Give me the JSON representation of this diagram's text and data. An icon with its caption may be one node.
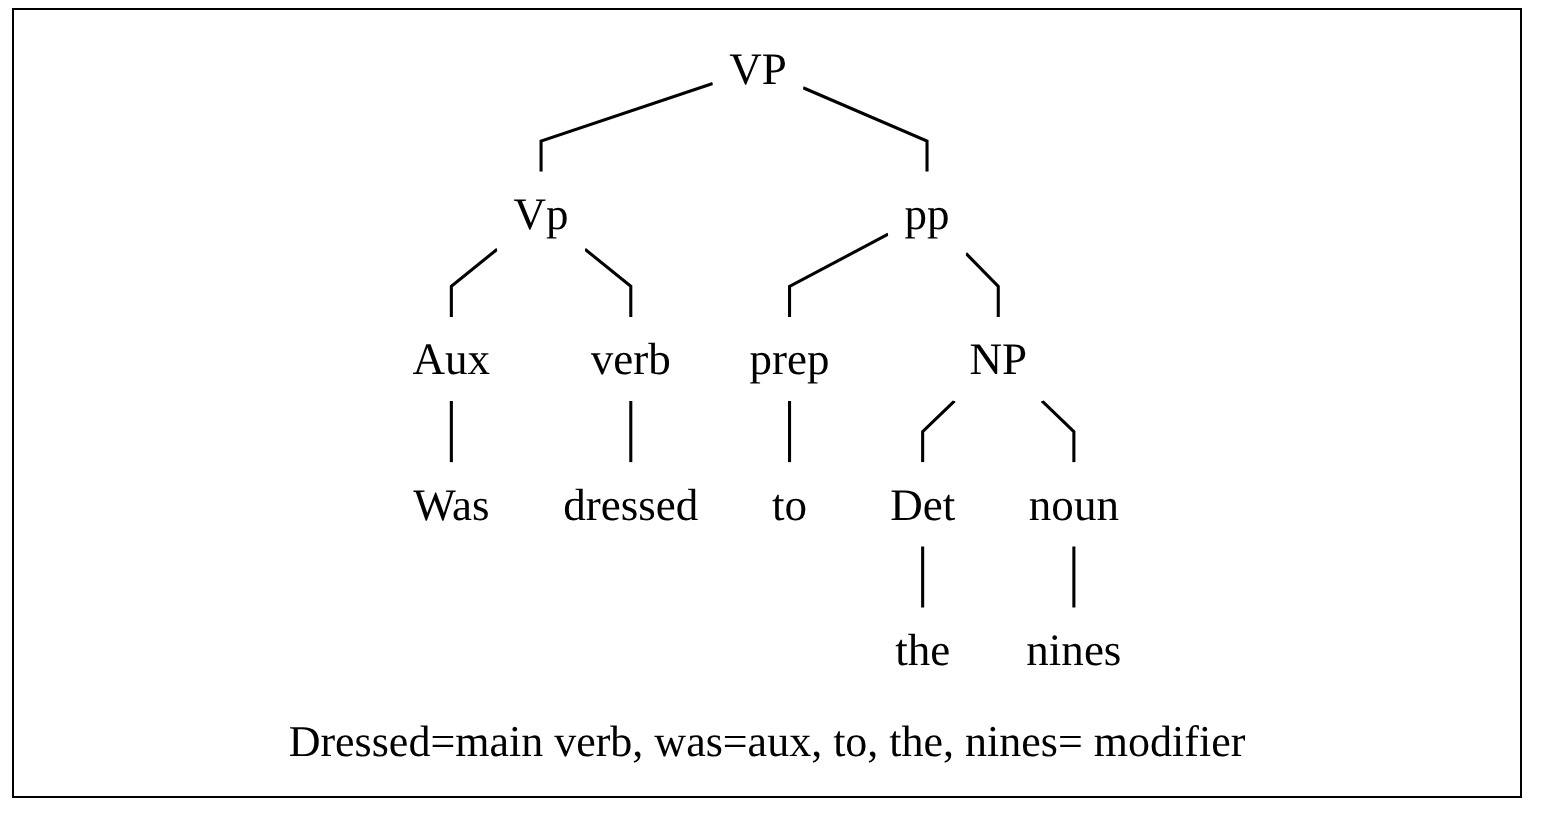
{
  "diagram": {
    "caption": "Dressed=main verb, was=aux, to, the, nines= modifier",
    "nodes": [
      {
        "text": [
          "VP"
        ]
      },
      {
        "text": [
          "Vp"
        ]
      },
      {
        "text": [
          "pp"
        ]
      },
      {
        "text": [
          "Aux"
        ]
      },
      {
        "text": [
          "verb"
        ]
      },
      {
        "text": [
          "prep"
        ]
      },
      {
        "text": [
          "NP"
        ]
      },
      {
        "text": [
          "Det"
        ]
      },
      {
        "text": [
          "noun"
        ]
      },
      {
        "text": [
          "Was"
        ]
      },
      {
        "text": [
          "dressed"
        ]
      },
      {
        "text": [
          "to"
        ]
      },
      {
        "text": [
          "the"
        ]
      },
      {
        "text": [
          "nines"
        ]
      }
    ],
    "edges": [
      {
        "from": 0,
        "to": 1,
        "arrow": "none"
      },
      {
        "from": 0,
        "to": 2,
        "arrow": "none"
      },
      {
        "from": 1,
        "to": 3,
        "arrow": "none"
      },
      {
        "from": 1,
        "to": 4,
        "arrow": "none"
      },
      {
        "from": 2,
        "to": 5,
        "arrow": "none"
      },
      {
        "from": 2,
        "to": 6,
        "arrow": "none"
      },
      {
        "from": 6,
        "to": 7,
        "arrow": "none"
      },
      {
        "from": 6,
        "to": 8,
        "arrow": "none"
      },
      {
        "from": 3,
        "to": 9,
        "arrow": "none"
      },
      {
        "from": 4,
        "to": 10,
        "arrow": "none"
      },
      {
        "from": 5,
        "to": 11,
        "arrow": "none"
      },
      {
        "from": 7,
        "to": 12,
        "arrow": "none"
      },
      {
        "from": 8,
        "to": 13,
        "arrow": "none"
      }
    ]
  }
}
